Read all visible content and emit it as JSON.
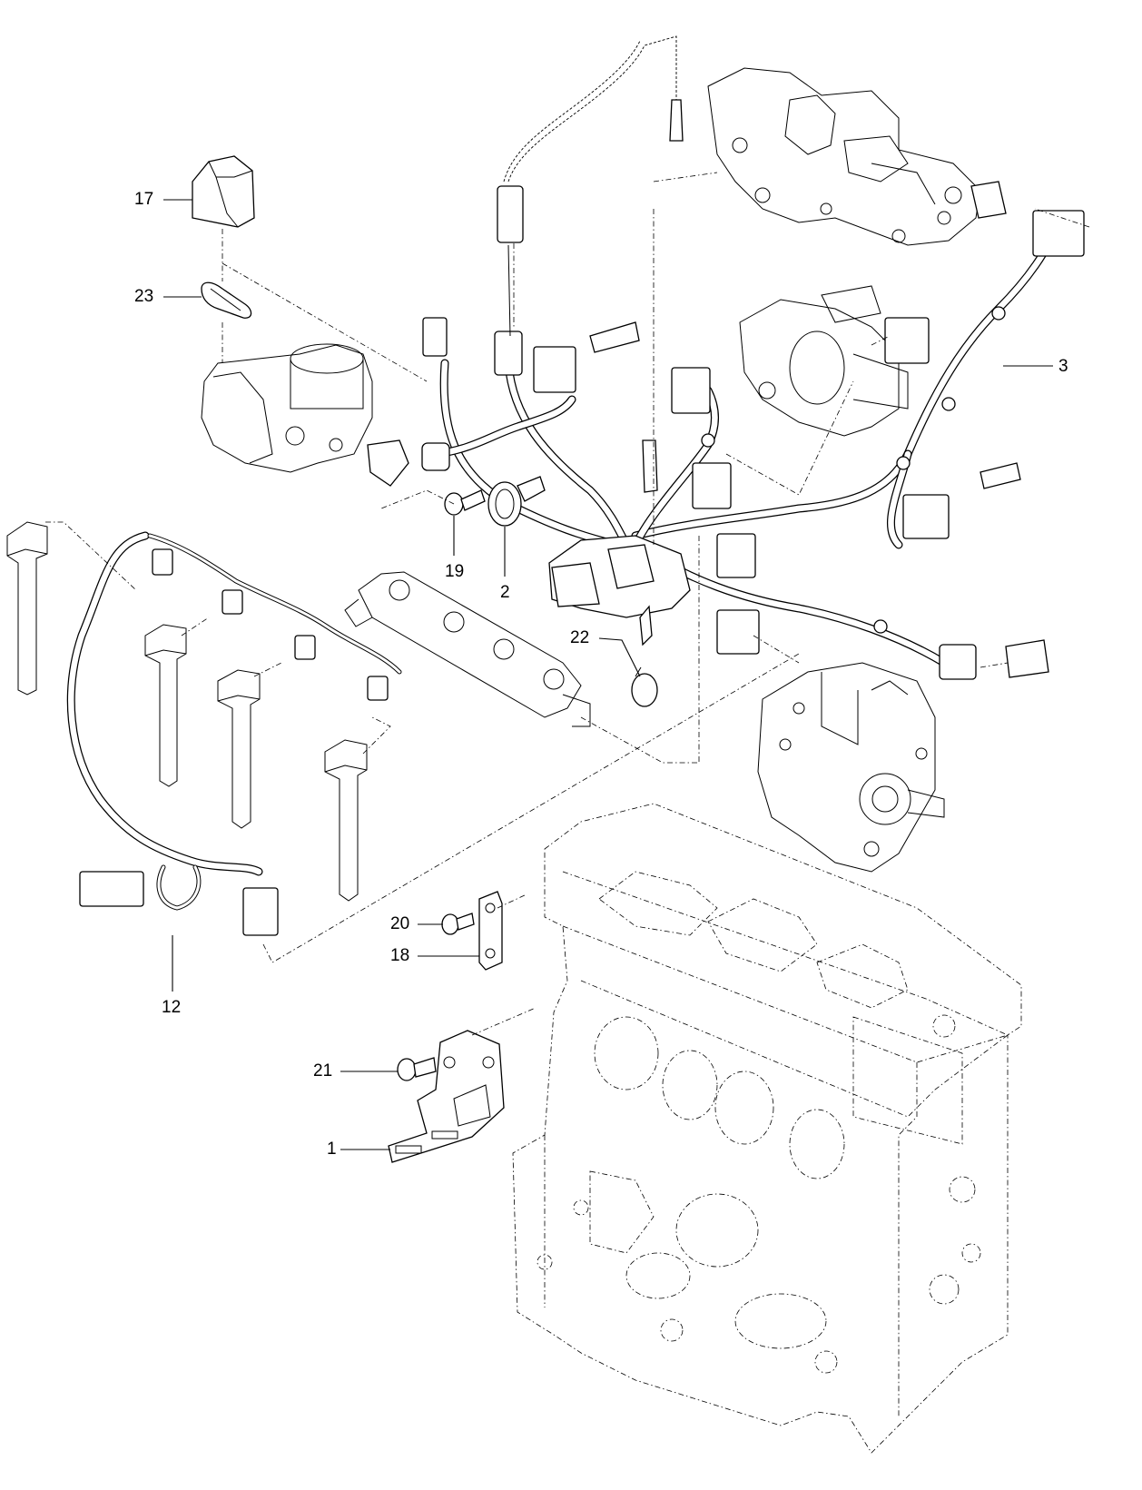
{
  "diagram": {
    "callouts": [
      {
        "id": "c17",
        "text": "17"
      },
      {
        "id": "c23",
        "text": "23"
      },
      {
        "id": "c19",
        "text": "19"
      },
      {
        "id": "c2",
        "text": "2"
      },
      {
        "id": "c3",
        "text": "3"
      },
      {
        "id": "c22",
        "text": "22"
      },
      {
        "id": "c12",
        "text": "12"
      },
      {
        "id": "c20",
        "text": "20"
      },
      {
        "id": "c18",
        "text": "18"
      },
      {
        "id": "c21",
        "text": "21"
      },
      {
        "id": "c1",
        "text": "1"
      }
    ]
  }
}
